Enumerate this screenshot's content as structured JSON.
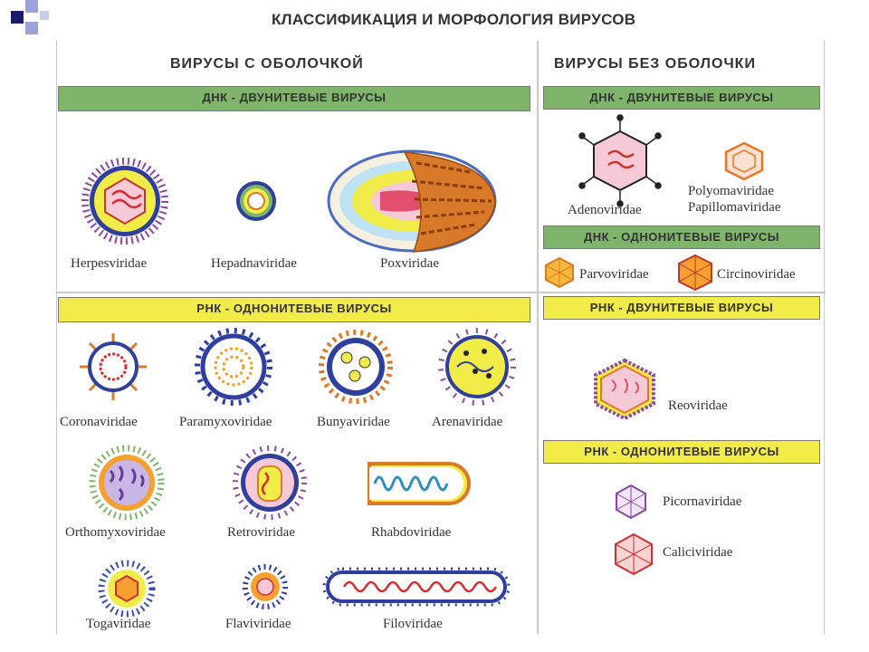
{
  "title": "КЛАССИФИКАЦИЯ И МОРФОЛОГИЯ ВИРУСОВ",
  "left_header": "ВИРУСЫ  С  ОБОЛОЧКОЙ",
  "right_header": "ВИРУСЫ  БЕЗ  ОБОЛОЧКИ",
  "bands": {
    "left_dna_ds": "ДНК - ДВУНИТЕВЫЕ  ВИРУСЫ",
    "left_rna_ss": "РНК - ОДНОНИТЕВЫЕ  ВИРУСЫ",
    "right_dna_ds": "ДНК - ДВУНИТЕВЫЕ ВИРУСЫ",
    "right_dna_ss": "ДНК - ОДНОНИТЕВЫЕ ВИРУСЫ",
    "right_rna_ds": "РНК - ДВУНИТЕВЫЕ ВИРУСЫ",
    "right_rna_ss": "РНК - ОДНОНИТЕВЫЕ ВИРУСЫ"
  },
  "viruses": {
    "herpesviridae": "Herpesviridae",
    "hepadnaviridae": "Hepadnaviridae",
    "poxviridae": "Poxviridae",
    "adenoviridae": "Adenoviridae",
    "polyomaviridae": "Polyomaviridae",
    "papillomaviridae": "Papillomaviridae",
    "parvoviridae": "Parvoviridae",
    "circinoviridae": "Circinoviridae",
    "coronaviridae": "Coronaviridae",
    "paramyxoviridae": "Paramyxoviridae",
    "bunyaviridae": "Bunyaviridae",
    "arenaviridae": "Arenaviridae",
    "orthomyxoviridae": "Orthomyxoviridae",
    "retroviridae": "Retroviridae",
    "rhabdoviridae": "Rhabdoviridae",
    "togaviridae": "Togaviridae",
    "flaviviridae": "Flaviviridae",
    "filoviridae": "Filoviridae",
    "reoviridae": "Reoviridae",
    "picornaviridae": "Picornaviridae",
    "caliciviridae": "Caliciviridae"
  },
  "colors": {
    "band_green": "#7fb56b",
    "band_yellow": "#f2ec48",
    "capsid_blue": "#3b4ea8",
    "capsid_orange": "#e8762a",
    "spike_purple": "#8a4aa0"
  }
}
